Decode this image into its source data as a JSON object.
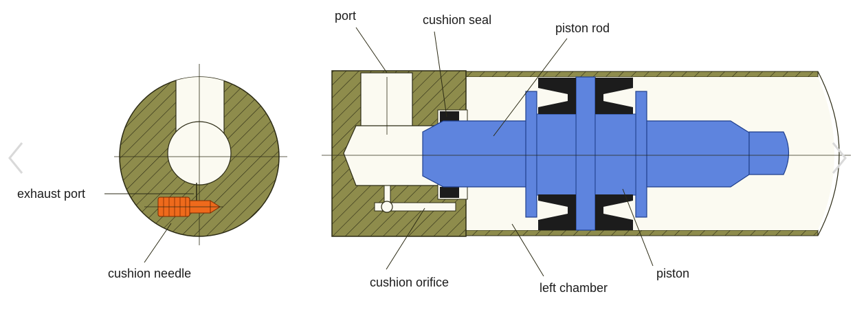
{
  "labels": {
    "port": "port",
    "cushion_seal": "cushion seal",
    "piston_rod": "piston rod",
    "exhaust_port": "exhaust port",
    "cushion_needle": "cushion needle",
    "cushion_orifice": "cushion orifice",
    "left_chamber": "left chamber",
    "piston": "piston"
  },
  "nav": {
    "prev_icon": "chevron-left-icon",
    "next_icon": "chevron-right-icon"
  },
  "colors": {
    "housing": "#8e8c4c",
    "piston_blue": "#5e84de",
    "seal_black": "#1c1c1c",
    "needle_orange": "#ee6a1c",
    "chamber": "#fbfaf1",
    "background": "#ffffff"
  }
}
